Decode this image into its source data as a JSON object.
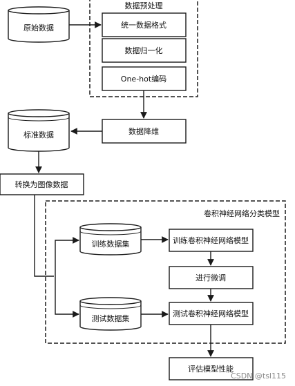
{
  "groups": {
    "preprocess_title": "数据预处理",
    "cnn_title": "卷积神经网络分类模型"
  },
  "nodes": {
    "raw_data": "原始数据",
    "unify_format": "统一数据格式",
    "normalize": "数据归一化",
    "onehot": "One-hot编码",
    "reduce_dim": "数据降维",
    "standard_data": "标准数据",
    "to_image": "转换为图像数据",
    "train_set": "训练数据集",
    "test_set": "测试数据集",
    "train_cnn": "训练卷积神经网络模型",
    "finetune": "进行微调",
    "test_cnn": "测试卷积神经网络模型",
    "evaluate": "评估模型性能"
  },
  "watermark": "CSDN @tsl115",
  "colors": {
    "stroke": "#1a1a1a",
    "fill": "#ffffff",
    "text": "#111111"
  }
}
